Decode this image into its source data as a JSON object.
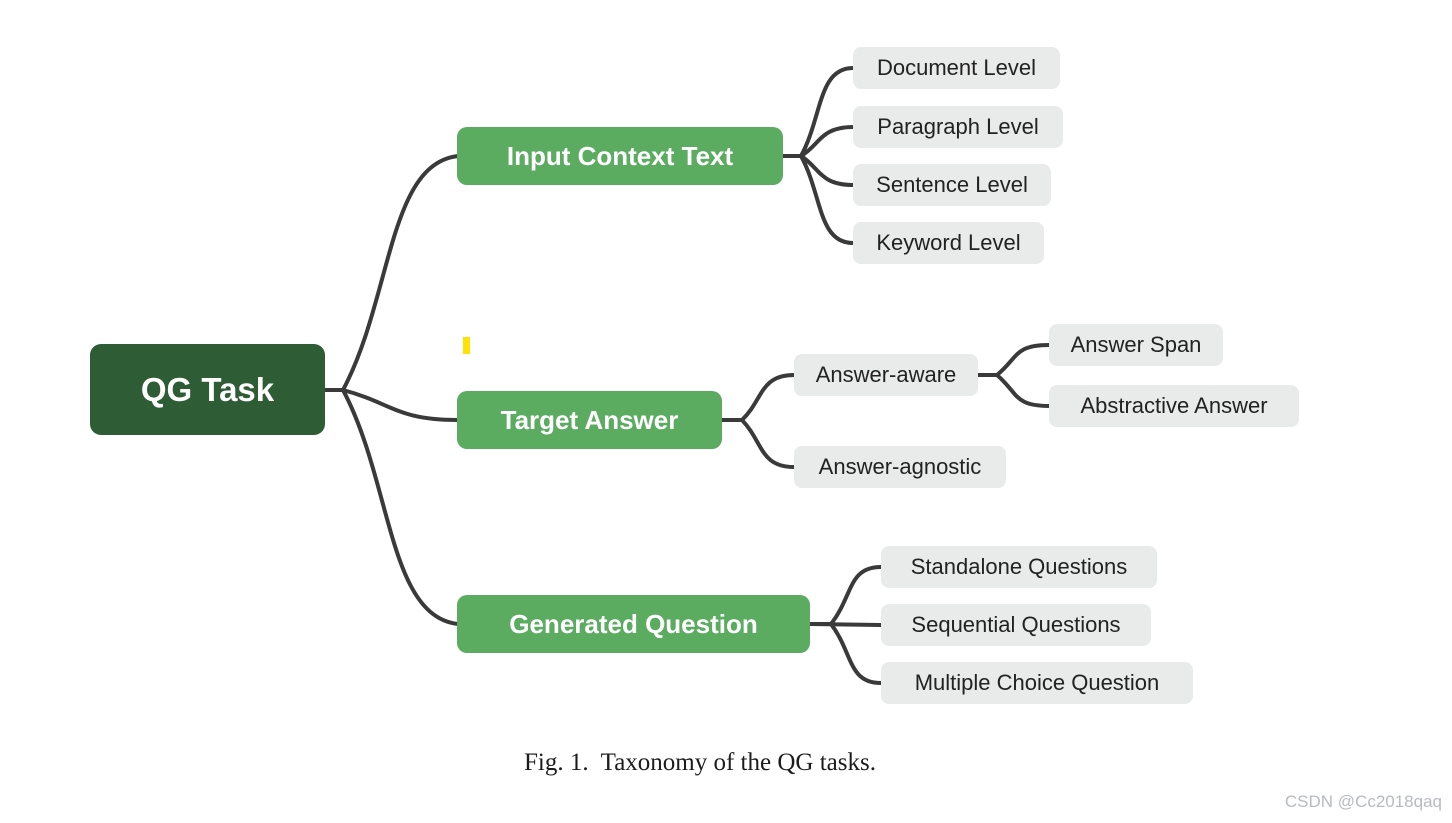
{
  "diagram": {
    "root": {
      "label": "QG Task"
    },
    "branches": [
      {
        "label": "Input Context Text",
        "children": [
          {
            "label": "Document Level"
          },
          {
            "label": "Paragraph Level"
          },
          {
            "label": "Sentence Level"
          },
          {
            "label": "Keyword Level"
          }
        ]
      },
      {
        "label": "Target Answer",
        "children": [
          {
            "label": "Answer-aware",
            "children": [
              {
                "label": "Answer Span"
              },
              {
                "label": "Abstractive Answer"
              }
            ]
          },
          {
            "label": "Answer-agnostic"
          }
        ]
      },
      {
        "label": "Generated Question",
        "children": [
          {
            "label": "Standalone Questions"
          },
          {
            "label": "Sequential Questions"
          },
          {
            "label": "Multiple Choice Question"
          }
        ]
      }
    ]
  },
  "caption": "Fig. 1.  Taxonomy of the QG tasks.",
  "watermark": "CSDN @Cc2018qaq",
  "colors": {
    "root_node": "#2d5c35",
    "branch_node": "#5bac61",
    "leaf_node": "#e9eaea",
    "edge": "#3a3a3a",
    "node_text": "#ffffff",
    "leaf_text": "#222222",
    "caret_highlight": "#ffe205",
    "watermark_text": "#b7bbbf",
    "background": "#ffffff"
  }
}
